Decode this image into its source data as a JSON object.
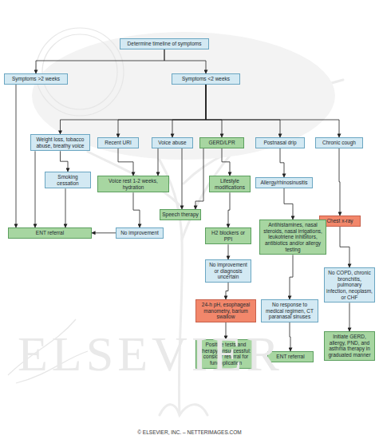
{
  "diagram": {
    "nodes": [
      {
        "text": [
          "Determine timeline of symptoms"
        ]
      },
      {
        "text": [
          "Symptoms >2 weeks"
        ]
      },
      {
        "text": [
          "Symptoms <2 weeks"
        ]
      },
      {
        "text": [
          "Weight loss, tobacco abuse, breathy voice"
        ]
      },
      {
        "text": [
          "Recent URI"
        ]
      },
      {
        "text": [
          "Voice abuse"
        ]
      },
      {
        "text": [
          "GERD/LPR"
        ]
      },
      {
        "text": [
          "Postnasal drip"
        ]
      },
      {
        "text": [
          "Chronic cough"
        ]
      },
      {
        "text": [
          "Smoking cessation"
        ]
      },
      {
        "text": [
          "Voice rest 1-2 weeks, hydration"
        ]
      },
      {
        "text": [
          "Lifestyle modifications"
        ]
      },
      {
        "text": [
          "Allergy/rhinosinusitis"
        ]
      },
      {
        "text": [
          "Chest x-ray"
        ]
      },
      {
        "text": [
          "Speech therapy"
        ]
      },
      {
        "text": [
          "ENT referral"
        ]
      },
      {
        "text": [
          "No improvement"
        ]
      },
      {
        "text": [
          "H2 blockers or PPI"
        ]
      },
      {
        "text": [
          "Antihistamines, nasal steroids, nasal irrigations, leukotriene inhibitors, antibiotics and/or allergy testing"
        ]
      },
      {
        "text": [
          "No improvement or diagnosis uncertain"
        ]
      },
      {
        "text": [
          "No COPD, chronic bronchitis, pulmonary infection, neoplasm, or CHF"
        ]
      },
      {
        "text": [
          "24-h pH, esophageal manometry, barium swallow"
        ]
      },
      {
        "text": [
          "No response to medical regimen, CT paranasal sinuses"
        ]
      },
      {
        "text": [
          "Positive tests and therapy unsuccessful: consider referral for fundoplication"
        ]
      },
      {
        "text": [
          "ENT referral"
        ]
      },
      {
        "text": [
          "Initiate GERD, allergy, PND, and asthma therapy in graduated manner"
        ]
      }
    ],
    "edges": [
      {
        "from": 0,
        "to": 1,
        "arrow": "to"
      },
      {
        "from": 0,
        "to": 2,
        "arrow": "to"
      },
      {
        "from": 1,
        "to": 15,
        "arrow": "to"
      },
      {
        "from": 2,
        "to": 3,
        "arrow": "to"
      },
      {
        "from": 2,
        "to": 4,
        "arrow": "to"
      },
      {
        "from": 2,
        "to": 5,
        "arrow": "to"
      },
      {
        "from": 2,
        "to": 6,
        "arrow": "to"
      },
      {
        "from": 2,
        "to": 7,
        "arrow": "to"
      },
      {
        "from": 2,
        "to": 8,
        "arrow": "to"
      },
      {
        "from": 3,
        "to": 9,
        "arrow": "to"
      },
      {
        "from": 3,
        "to": 15,
        "arrow": "to"
      },
      {
        "from": 9,
        "to": 15,
        "arrow": "to"
      },
      {
        "from": 4,
        "to": 10,
        "arrow": "to"
      },
      {
        "from": 5,
        "to": 10,
        "arrow": "to"
      },
      {
        "from": 5,
        "to": 14,
        "arrow": "to"
      },
      {
        "from": 6,
        "to": 14,
        "arrow": "to"
      },
      {
        "from": 10,
        "to": 16,
        "arrow": "to"
      },
      {
        "from": 16,
        "to": 15,
        "arrow": "to"
      },
      {
        "from": 6,
        "to": 11,
        "arrow": "to"
      },
      {
        "from": 11,
        "to": 17,
        "arrow": "to"
      },
      {
        "from": 17,
        "to": 19,
        "arrow": "to"
      },
      {
        "from": 19,
        "to": 21,
        "arrow": "to"
      },
      {
        "from": 21,
        "to": 23,
        "arrow": "to"
      },
      {
        "from": 7,
        "to": 12,
        "arrow": "to"
      },
      {
        "from": 12,
        "to": 18,
        "arrow": "to"
      },
      {
        "from": 18,
        "to": 22,
        "arrow": "to"
      },
      {
        "from": 22,
        "to": 24,
        "arrow": "to"
      },
      {
        "from": 8,
        "to": 13,
        "arrow": "to"
      },
      {
        "from": 13,
        "to": 20,
        "arrow": "to"
      },
      {
        "from": 20,
        "to": 25,
        "arrow": "to"
      }
    ],
    "labels": [
      "ELSEVIER",
      "© ELSEVIER, INC. – NETTERIMAGES.COM"
    ]
  }
}
